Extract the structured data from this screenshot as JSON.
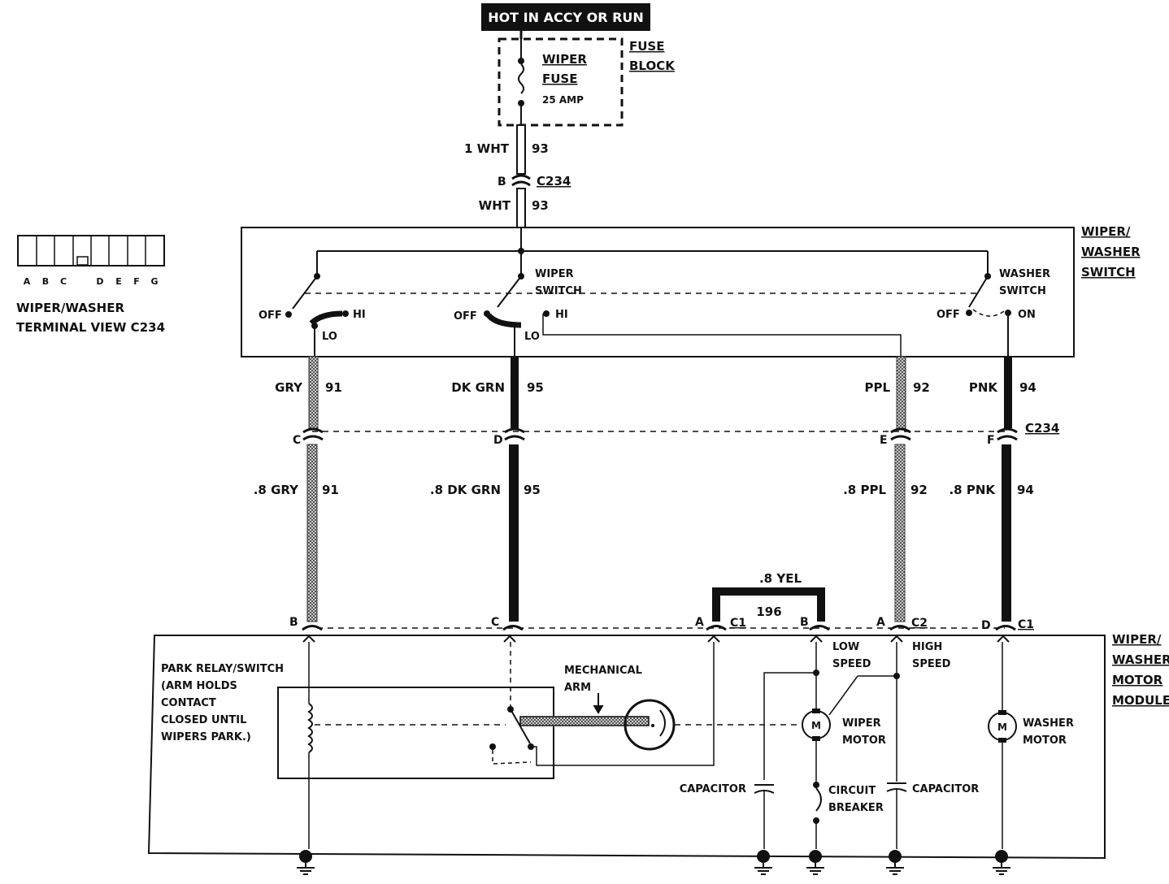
{
  "header_banner": "HOT IN ACCY OR RUN",
  "fuse_block": {
    "title_line1": "FUSE",
    "title_line2": "BLOCK",
    "fuse_line1": "WIPER",
    "fuse_line2": "FUSE",
    "rating": "25 AMP"
  },
  "feed_wires": {
    "upper_color": "1 WHT",
    "upper_circuit": "93",
    "lower_color": "WHT",
    "lower_circuit": "93"
  },
  "connector_c234_top": {
    "pin": "B",
    "name": "C234"
  },
  "terminal_view": {
    "pin_letters": [
      "A",
      "B",
      "C",
      "D",
      "E",
      "F",
      "G"
    ],
    "title_line1": "WIPER/WASHER",
    "title_line2": "TERMINAL VIEW C234"
  },
  "switch_box": {
    "title_line1": "WIPER/",
    "title_line2": "WASHER",
    "title_line3": "SWITCH",
    "wiper_switch_line1": "WIPER",
    "wiper_switch_line2": "SWITCH",
    "washer_switch_line1": "WASHER",
    "washer_switch_line2": "SWITCH",
    "off1": "OFF",
    "hi1": "HI",
    "lo1": "LO",
    "off2": "OFF",
    "hi2": "HI",
    "lo2": "LO",
    "off3": "OFF",
    "on3": "ON"
  },
  "upper_wires": [
    {
      "color": "GRY",
      "circuit": "91"
    },
    {
      "color": "DK GRN",
      "circuit": "95"
    },
    {
      "color": "PPL",
      "circuit": "92"
    },
    {
      "color": "PNK",
      "circuit": "94"
    }
  ],
  "mid_connector": {
    "pins": [
      "C",
      "D",
      "E",
      "F"
    ],
    "name": "C234"
  },
  "lower_wires": [
    {
      "color": ".8 GRY",
      "circuit": "91"
    },
    {
      "color": ".8 DK GRN",
      "circuit": "95"
    },
    {
      "color": ".8 PPL",
      "circuit": "92"
    },
    {
      "color": ".8 PNK",
      "circuit": "94"
    }
  ],
  "jumper": {
    "color": ".8 YEL",
    "circuit": "196"
  },
  "module_connectors": {
    "pin_b_left": "B",
    "pin_c": "C",
    "pin_a_c1": "A",
    "c1_a": "C1",
    "pin_b_c1": "B",
    "pin_a_c2": "A",
    "c2": "C2",
    "pin_d": "D",
    "c1_d": "C1"
  },
  "motor_module": {
    "title_line1": "WIPER/",
    "title_line2": "WASHER",
    "title_line3": "MOTOR",
    "title_line4": "MODULE",
    "park_line1": "PARK RELAY/SWITCH",
    "park_line2": "(ARM HOLDS",
    "park_line3": "CONTACT",
    "park_line4": "CLOSED UNTIL",
    "park_line5": "WIPERS PARK.)",
    "mech_line1": "MECHANICAL",
    "mech_line2": "ARM",
    "low_line1": "LOW",
    "low_line2": "SPEED",
    "high_line1": "HIGH",
    "high_line2": "SPEED",
    "wiper_motor_line1": "WIPER",
    "wiper_motor_line2": "MOTOR",
    "washer_motor_line1": "WASHER",
    "washer_motor_line2": "MOTOR",
    "motor_symbol": "M",
    "capacitor_left": "CAPACITOR",
    "capacitor_right": "CAPACITOR",
    "breaker_line1": "CIRCUIT",
    "breaker_line2": "BREAKER"
  }
}
